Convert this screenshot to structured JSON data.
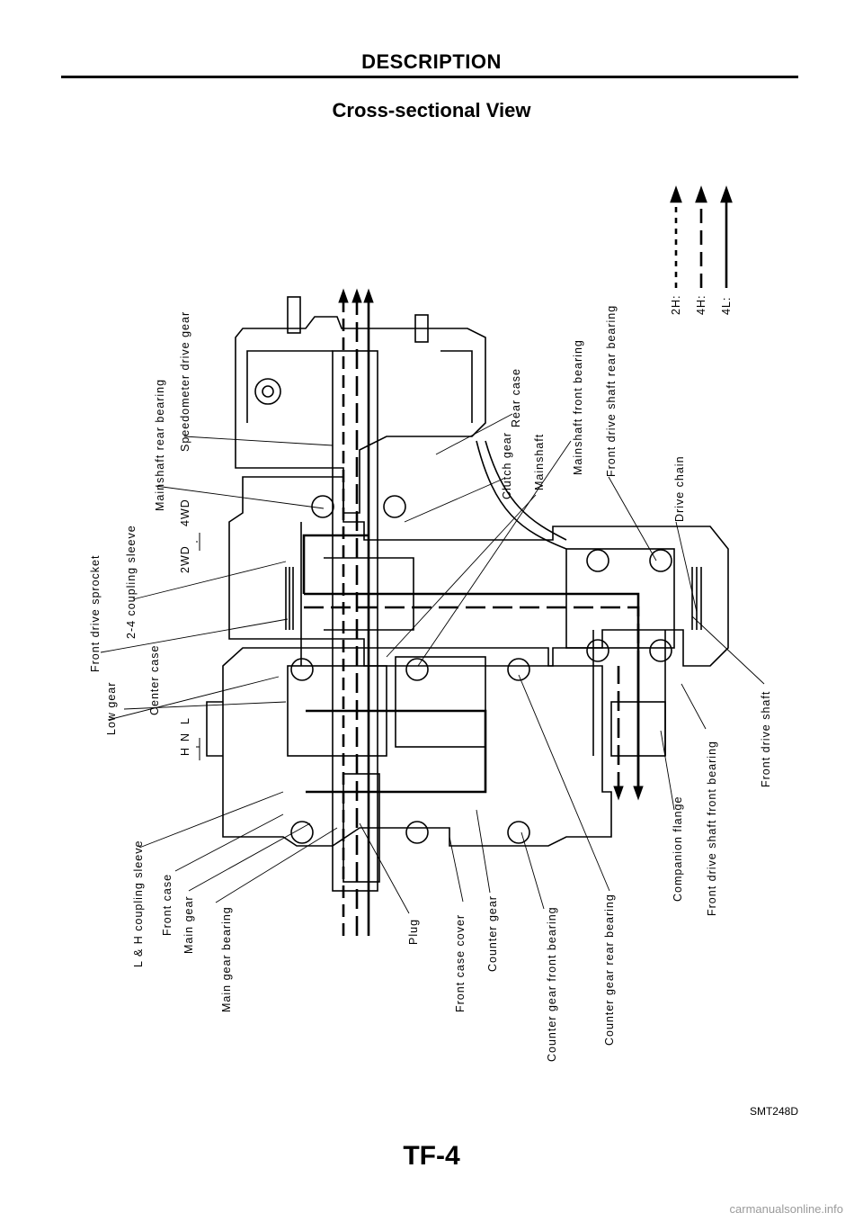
{
  "header": {
    "section": "DESCRIPTION"
  },
  "title": "Cross-sectional View",
  "legend": [
    {
      "code": "2H:",
      "style": "short-dashed"
    },
    {
      "code": "4H:",
      "style": "long-dashed"
    },
    {
      "code": "4L:",
      "style": "solid"
    }
  ],
  "shift_positions": {
    "range": {
      "h": "H",
      "n": "N",
      "l": "L"
    },
    "drive": {
      "two_wd": "2WD",
      "four_wd": "4WD"
    }
  },
  "callouts": {
    "front_drive_sprocket": "Front drive sprocket",
    "coupling_sleeve_2_4": "2-4 coupling sleeve",
    "mainshaft_rear_bearing": "Mainshaft rear bearing",
    "speedometer_drive_gear": "Speedometer drive gear",
    "rear_case": "Rear case",
    "clutch_gear": "Clutch gear",
    "mainshaft": "Mainshaft",
    "mainshaft_front_bearing": "Mainshaft front bearing",
    "front_drive_shaft_rear_bearing": "Front drive shaft rear bearing",
    "drive_chain": "Drive chain",
    "low_gear": "Low gear",
    "center_case": "Center case",
    "lh_coupling_sleeve": "L & H coupling sleeve",
    "front_case": "Front case",
    "main_gear": "Main gear",
    "main_gear_bearing": "Main gear bearing",
    "plug": "Plug",
    "front_case_cover": "Front case cover",
    "counter_gear": "Counter gear",
    "counter_gear_front_bearing": "Counter gear front bearing",
    "counter_gear_rear_bearing": "Counter gear rear bearing",
    "companion_flange": "Companion flange",
    "front_drive_shaft_front_bearing": "Front drive shaft front bearing",
    "front_drive_shaft": "Front drive shaft"
  },
  "figure_code": "SMT248D",
  "page_number": "TF-4",
  "watermark": "carmanualsonline.info"
}
